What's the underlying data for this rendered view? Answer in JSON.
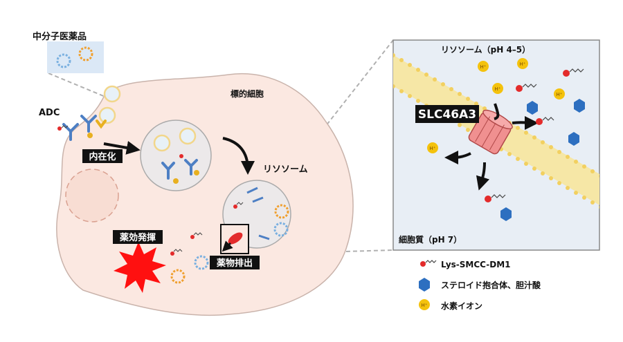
{
  "labels": {
    "mid_molecule": "中分子医薬品",
    "adc": "ADC",
    "target_cell": "標的細胞",
    "internalization": "内在化",
    "lysosome": "リソソーム",
    "drug_effect": "薬効発揮",
    "drug_efflux": "薬物排出",
    "inset_lysosome": "リソソーム（pH 4–5）",
    "transporter": "SLC46A3",
    "cytoplasm": "細胞質（pH 7）"
  },
  "legend": [
    {
      "icon": "payload-icon",
      "label": "Lys-SMCC-DM1"
    },
    {
      "icon": "hexagon-icon",
      "label": "ステロイド抱合体、胆汁酸"
    },
    {
      "icon": "proton-icon",
      "label": "水素イオン"
    }
  ],
  "proton_symbol": "H⁺",
  "colors": {
    "cell_fill": "#fbe8e1",
    "cell_stroke": "#c9b3ab",
    "vesicle_fill": "#ece9ea",
    "inset_bg": "#e8eef5",
    "membrane": "#f6e7a6",
    "transporter": "#f09090",
    "hexagon": "#2d6fc0",
    "proton": "#f4c20d",
    "payload": "#e32b2b",
    "antibody": "#4d7fc4",
    "linker": "#e8b020"
  }
}
